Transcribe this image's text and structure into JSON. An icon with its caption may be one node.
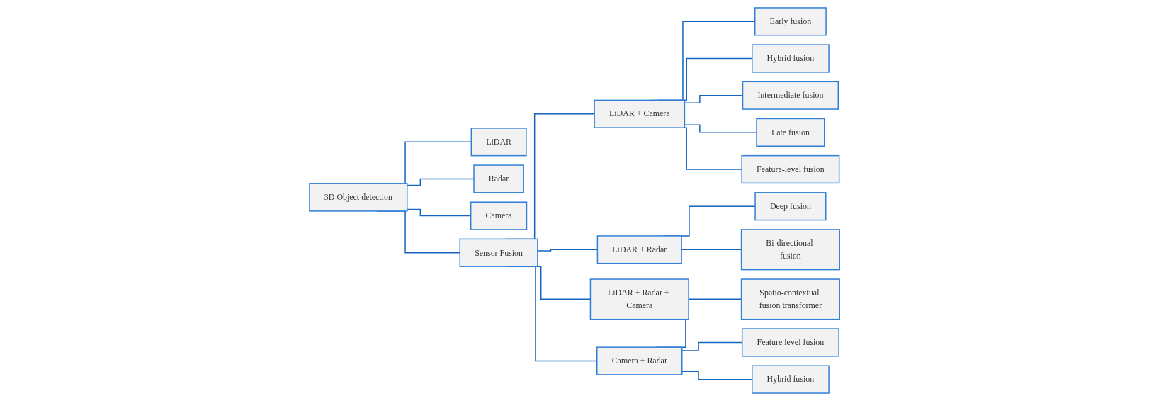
{
  "diagram": {
    "nodes": [
      {
        "text": [
          "3D Object detection"
        ]
      },
      {
        "text": [
          "LiDAR"
        ]
      },
      {
        "text": [
          "Radar"
        ]
      },
      {
        "text": [
          "Camera"
        ]
      },
      {
        "text": [
          "Sensor Fusion"
        ]
      },
      {
        "text": [
          "LiDAR + Camera"
        ]
      },
      {
        "text": [
          "LiDAR + Radar"
        ]
      },
      {
        "text": [
          "LiDAR + Radar + Camera"
        ]
      },
      {
        "text": [
          "Camera + Radar"
        ]
      },
      {
        "text": [
          "Deep fusion"
        ]
      },
      {
        "text": [
          "Bi-directional fusion"
        ]
      },
      {
        "text": [
          "Spatio-contextual fusion transformer"
        ]
      },
      {
        "text": [
          "Feature level fusion"
        ]
      },
      {
        "text": [
          "Hybrid fusion"
        ]
      },
      {
        "text": [
          "Early fusion"
        ]
      },
      {
        "text": [
          "Hybrid fusion"
        ]
      },
      {
        "text": [
          "Intermediate fusion"
        ]
      },
      {
        "text": [
          "Late fusion"
        ]
      },
      {
        "text": [
          "Feature-level fusion"
        ]
      }
    ],
    "edges": [
      {
        "from": 0,
        "to": 1,
        "arrow": "none"
      },
      {
        "from": 0,
        "to": 2,
        "arrow": "none"
      },
      {
        "from": 0,
        "to": 3,
        "arrow": "none"
      },
      {
        "from": 0,
        "to": 4,
        "arrow": "none"
      },
      {
        "from": 4,
        "to": 5,
        "arrow": "none"
      },
      {
        "from": 4,
        "to": 6,
        "arrow": "none"
      },
      {
        "from": 4,
        "to": 7,
        "arrow": "none"
      },
      {
        "from": 4,
        "to": 8,
        "arrow": "none"
      },
      {
        "from": 6,
        "to": 9,
        "arrow": "none"
      },
      {
        "from": 6,
        "to": 10,
        "arrow": "none"
      },
      {
        "from": 8,
        "to": 11,
        "arrow": "none"
      },
      {
        "from": 8,
        "to": 12,
        "arrow": "none"
      },
      {
        "from": 8,
        "to": 13,
        "arrow": "none"
      },
      {
        "from": 5,
        "to": 14,
        "arrow": "none"
      },
      {
        "from": 5,
        "to": 15,
        "arrow": "none"
      },
      {
        "from": 5,
        "to": 16,
        "arrow": "none"
      },
      {
        "from": 5,
        "to": 17,
        "arrow": "none"
      },
      {
        "from": 5,
        "to": 18,
        "arrow": "none"
      }
    ]
  }
}
